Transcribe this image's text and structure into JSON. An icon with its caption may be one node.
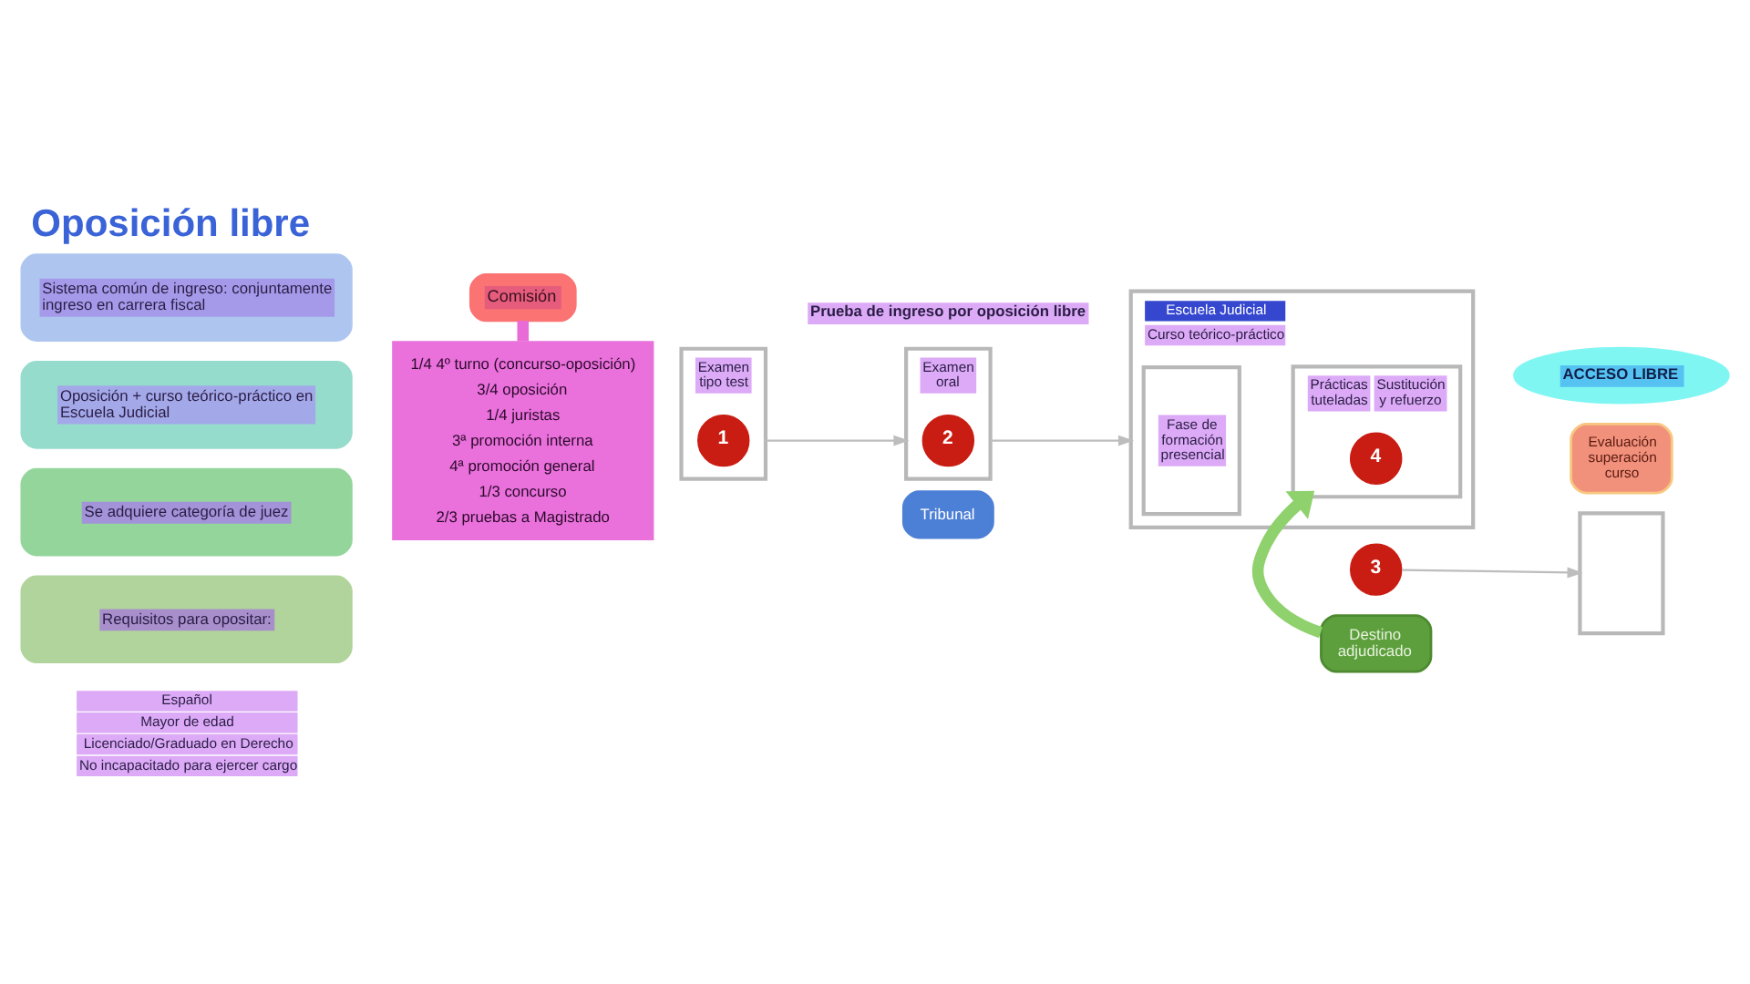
{
  "diagram": {
    "title": "Oposición libre",
    "nodes": [
      {
        "text": [
          "Sistema común de ingreso: conjuntamente ingreso en carrera fiscal"
        ]
      },
      {
        "text": [
          "Oposición + curso teórico-práctico en Escuela Judicial"
        ]
      },
      {
        "text": [
          "Se adquiere categoría de juez"
        ]
      },
      {
        "text": [
          "Requisitos para opositar:"
        ],
        "beside": [
          "Español",
          "Mayor de edad",
          "Licenciado/Graduado en Derecho",
          "No incapacitado para ejercer cargo"
        ]
      },
      {
        "text": [
          "Comisión"
        ]
      },
      {
        "text": [
          "1/4 4º turno (concurso-oposición)",
          "3/4 oposición",
          "1/4 juristas",
          "3ª promoción interna",
          "4ª promoción general",
          "1/3 concurso",
          "2/3 pruebas a Magistrado"
        ]
      },
      {
        "text": [
          "ACCESO LIBRE"
        ]
      },
      {
        "text": [
          "Examen tipo test"
        ]
      },
      {
        "text": [
          "1"
        ],
        "in": 7
      },
      {
        "text": [
          "Examen oral"
        ]
      },
      {
        "text": [
          "2"
        ],
        "in": 9
      },
      {
        "text": [
          "Tribunal"
        ]
      },
      {
        "text": [
          "Escuela Judicial",
          "Curso teórico-práctico"
        ]
      },
      {
        "text": [
          "Evaluación superación curso"
        ]
      },
      {
        "text": [
          "Fase de formación presencial"
        ],
        "in": 12
      },
      {
        "text": [
          "Prácticas tuteladas",
          "Sustitución y refuerzo"
        ],
        "in": 12
      },
      {
        "text": [
          "4"
        ],
        "in": 15
      },
      {
        "text": [
          "3"
        ]
      },
      {
        "text": [],
        "shape": "box"
      },
      {
        "text": [
          "Destino adjudicado"
        ]
      }
    ],
    "edges": [
      {
        "from": 7,
        "to": 9,
        "arrow": "to"
      },
      {
        "from": 9,
        "to": 12,
        "arrow": "to"
      },
      {
        "from": 17,
        "to": 18,
        "arrow": "to"
      },
      {
        "from": 19,
        "to": 15,
        "arrow": "to",
        "style": "thick",
        "color": "#8fd16c"
      },
      {
        "from": 4,
        "to": 5,
        "arrow": "none",
        "style": "thick",
        "color": "#e96bd8"
      }
    ],
    "labels": [
      "Prueba de ingreso por oposición libre"
    ]
  }
}
